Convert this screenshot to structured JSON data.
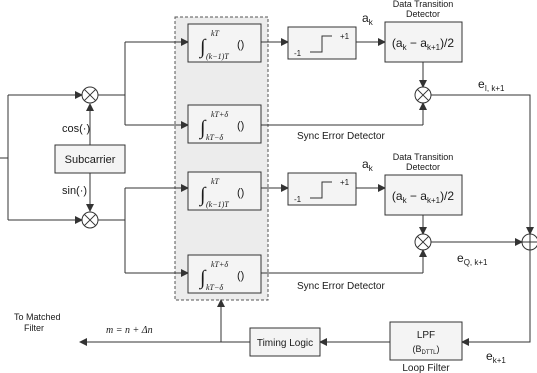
{
  "subcarrier": {
    "label": "Subcarrier",
    "cos_label": "cos(·)",
    "sin_label": "sin(·)"
  },
  "integrators": {
    "top_upper": "kT",
    "bottom_lower": "(k−1)T",
    "top_offset": "kT+δ",
    "bottom_offset": "kT−δ",
    "func": "()",
    "int_symbol": "∫"
  },
  "slicer": {
    "neg": "-1",
    "pos": "+1"
  },
  "ak_label": "a",
  "ak_sub": "k",
  "dtd": {
    "title_line1": "Data Transition",
    "title_line2": "Detector",
    "formula_a": "(a",
    "formula_sub1": "k",
    "formula_mid": " − a",
    "formula_sub2": "k+1",
    "formula_end": ")/2"
  },
  "sync_error_label": "Sync Error Detector",
  "e_I_label": "e",
  "e_I_sub": "I, k+1",
  "e_Q_label": "e",
  "e_Q_sub": "Q, k+1",
  "e_k_label": "e",
  "e_k_sub": "k+1",
  "lpf": {
    "line1": "LPF",
    "line2_pre": "(B",
    "line2_sub": "DTTL",
    "line2_post": ")",
    "caption": "Loop Filter"
  },
  "timing_logic": "Timing Logic",
  "to_matched_line1": "To Matched",
  "to_matched_line2": "Filter",
  "m_equation": "m = n + Δn"
}
